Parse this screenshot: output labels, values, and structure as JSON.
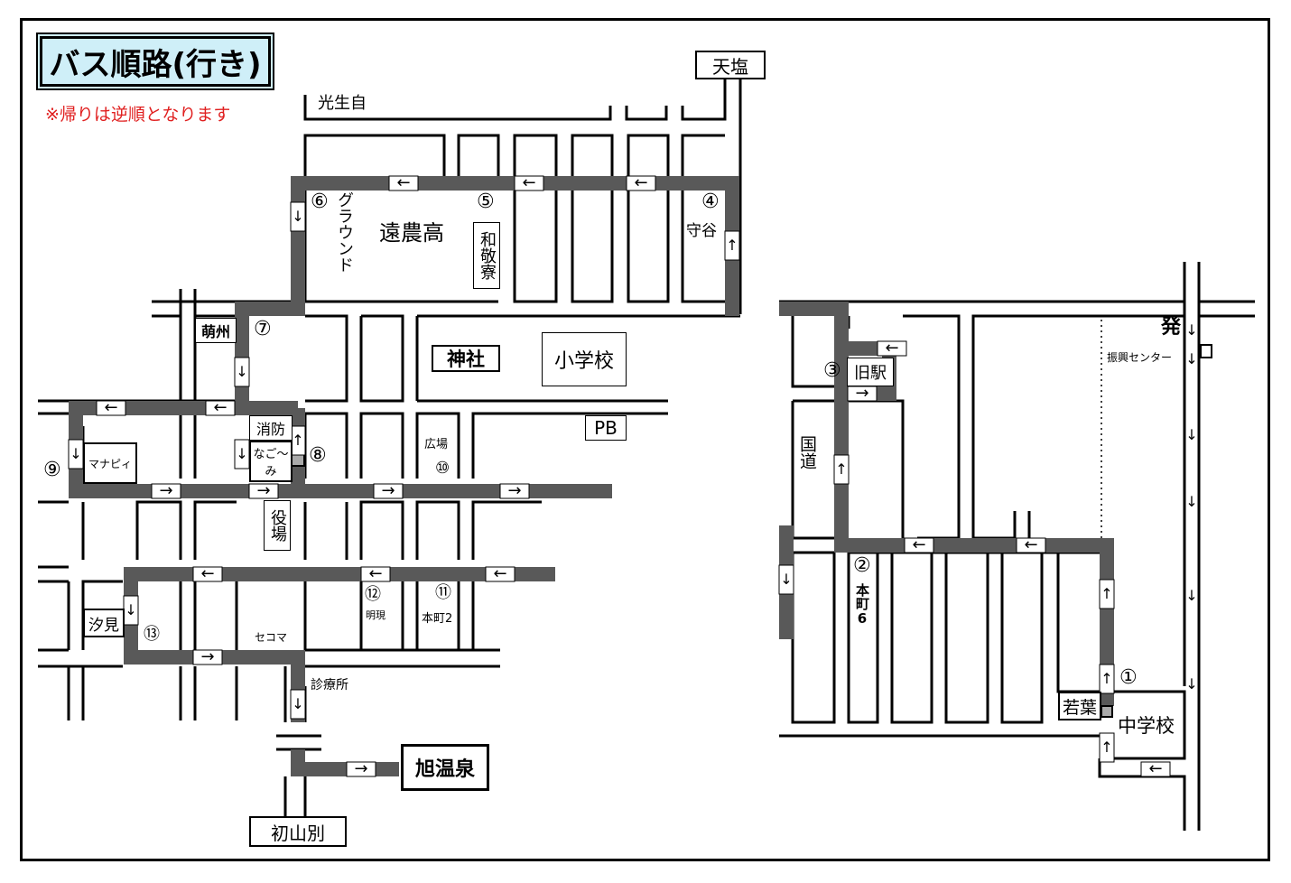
{
  "title": "バス順路(行き)",
  "note": "※帰りは逆順となります",
  "colors": {
    "route": "#595959",
    "title_bg": "#cfeff8",
    "note": "#e02020",
    "road": "#000000"
  },
  "arrow_glyphs": {
    "left": "←",
    "right": "→",
    "up": "↑",
    "down": "↓"
  },
  "places": {
    "teshio": "天塩",
    "koseiji": "光生自",
    "ground": "グラウンド",
    "enno": "遠農高",
    "wakeiryo": "和敬寮",
    "moriya": "守谷",
    "moesu": "萌州",
    "jinja": "神社",
    "shogakko": "小学校",
    "pb": "PB",
    "shobo": "消防",
    "nagomi": "なご～み",
    "manapi": "マナピィ",
    "hiroba": "広場",
    "yakuba": "役場",
    "shiomi": "汐見",
    "myoken": "明現",
    "honcho2": "本町2",
    "secoma": "セコマ",
    "shinryojo": "診療所",
    "asahi_onsen": "旭温泉",
    "hatsuyamabetsu": "初山別",
    "kyueki": "旧駅",
    "kokudo": "国道",
    "honcho6": "本町6",
    "hatsu": "発",
    "shinko_center": "振興センター",
    "wakaba": "若葉",
    "chugakko": "中学校"
  },
  "stops": [
    "①",
    "②",
    "③",
    "④",
    "⑤",
    "⑥",
    "⑦",
    "⑧",
    "⑨",
    "⑩",
    "⑪",
    "⑫",
    "⑬"
  ]
}
